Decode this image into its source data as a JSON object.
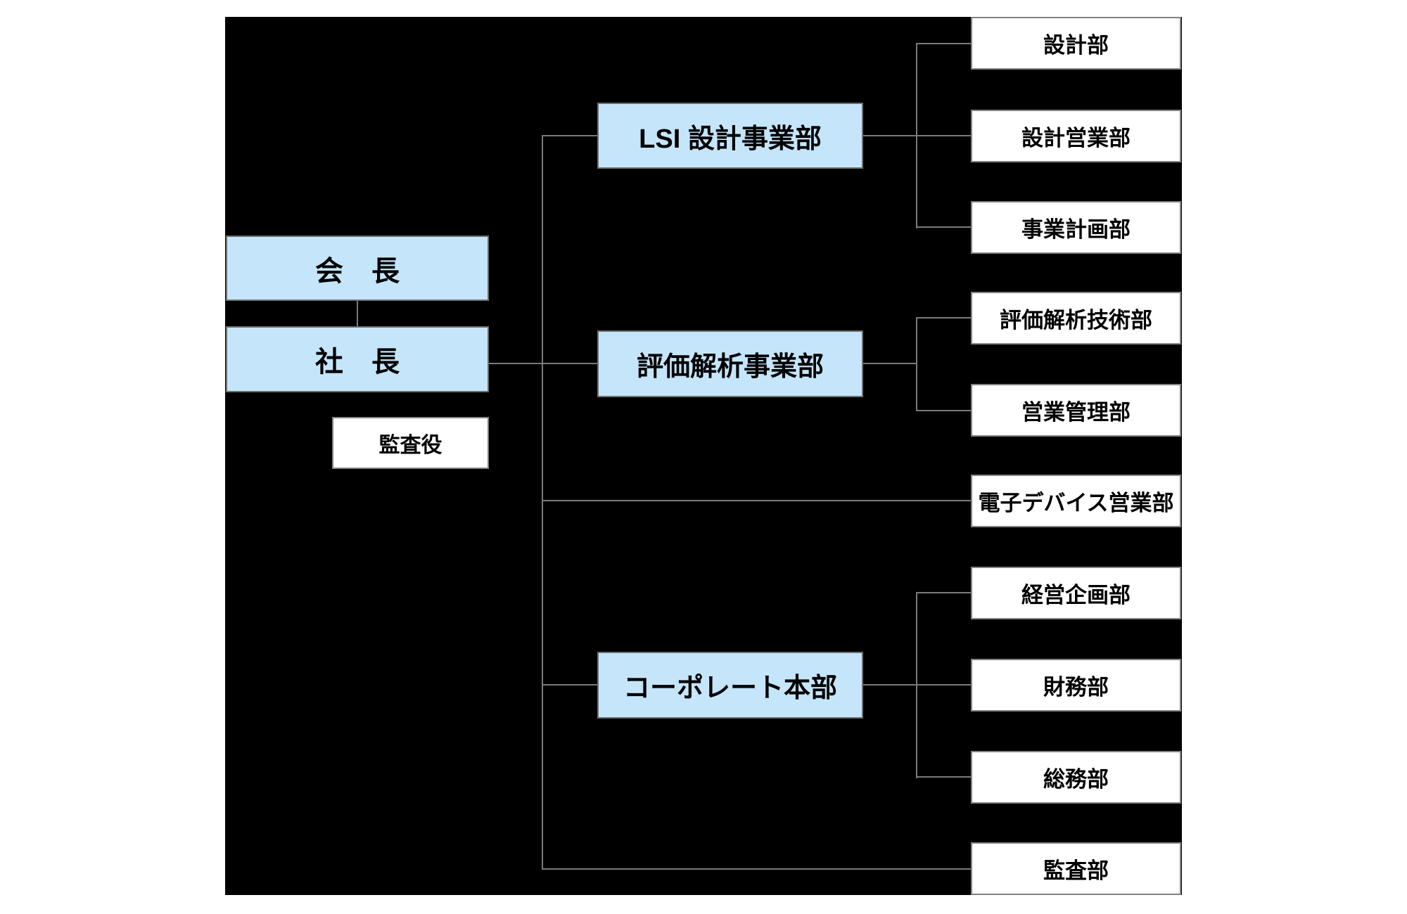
{
  "page": {
    "kind": "organization-chart",
    "background_color": "#ffffff",
    "panel_color": "#000000"
  },
  "colors": {
    "division_fill": "#c5e6fa",
    "department_fill": "#ffffff",
    "box_border": "#6f6f6f",
    "connector_line": "#7a7a7a",
    "text": "#000000"
  },
  "executives": {
    "chairman": {
      "label": "会　長"
    },
    "president": {
      "label": "社　長",
      "reports_to": "会　長"
    },
    "auditor": {
      "label": "監査役"
    }
  },
  "divisions": [
    {
      "label": "LSI 設計事業部",
      "reports_to": "社　長"
    },
    {
      "label": "評価解析事業部",
      "reports_to": "社　長"
    },
    {
      "label": "コーポレート本部",
      "reports_to": "社　長"
    }
  ],
  "departments": [
    {
      "label": "設計部",
      "reports_to": "LSI 設計事業部"
    },
    {
      "label": "設計営業部",
      "reports_to": "LSI 設計事業部"
    },
    {
      "label": "事業計画部",
      "reports_to": "LSI 設計事業部"
    },
    {
      "label": "評価解析技術部",
      "reports_to": "評価解析事業部"
    },
    {
      "label": "営業管理部",
      "reports_to": "評価解析事業部"
    },
    {
      "label": "電子デバイス営業部",
      "reports_to": "社　長"
    },
    {
      "label": "経営企画部",
      "reports_to": "コーポレート本部"
    },
    {
      "label": "財務部",
      "reports_to": "コーポレート本部"
    },
    {
      "label": "総務部",
      "reports_to": "コーポレート本部"
    },
    {
      "label": "監査部",
      "reports_to": "社　長"
    }
  ]
}
